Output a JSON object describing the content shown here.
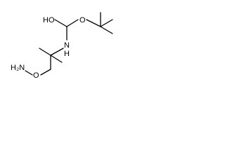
{
  "diagram": {
    "type": "skeletal-structure",
    "labels": {
      "hydroxyl": "HO",
      "nitrogen_nh": "N",
      "nitrogen_h": "H",
      "amine": "H₂N",
      "oxygen": "O",
      "ether_oxygen": "O"
    }
  }
}
